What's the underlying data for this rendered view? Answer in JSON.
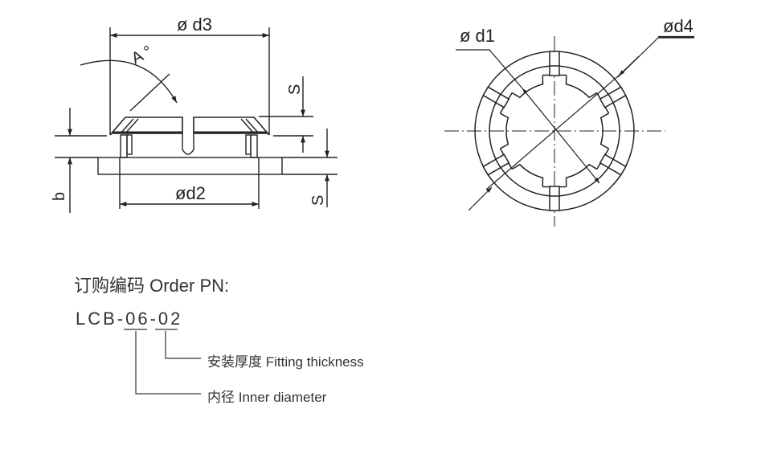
{
  "side_view": {
    "labels": {
      "d3": "ø d3",
      "d2": "ød2",
      "angle": "A °",
      "s_top": "S",
      "s_bottom": "S",
      "b": "b"
    }
  },
  "top_view": {
    "labels": {
      "d1": "ø d1",
      "d4": "ød4"
    }
  },
  "order": {
    "title": "订购编码 Order PN:",
    "code": "LCB-06-02",
    "segments": [
      {
        "code": "02",
        "label": "安装厚度 Fitting thickness"
      },
      {
        "code": "06",
        "label": "内径 Inner diameter"
      }
    ]
  }
}
